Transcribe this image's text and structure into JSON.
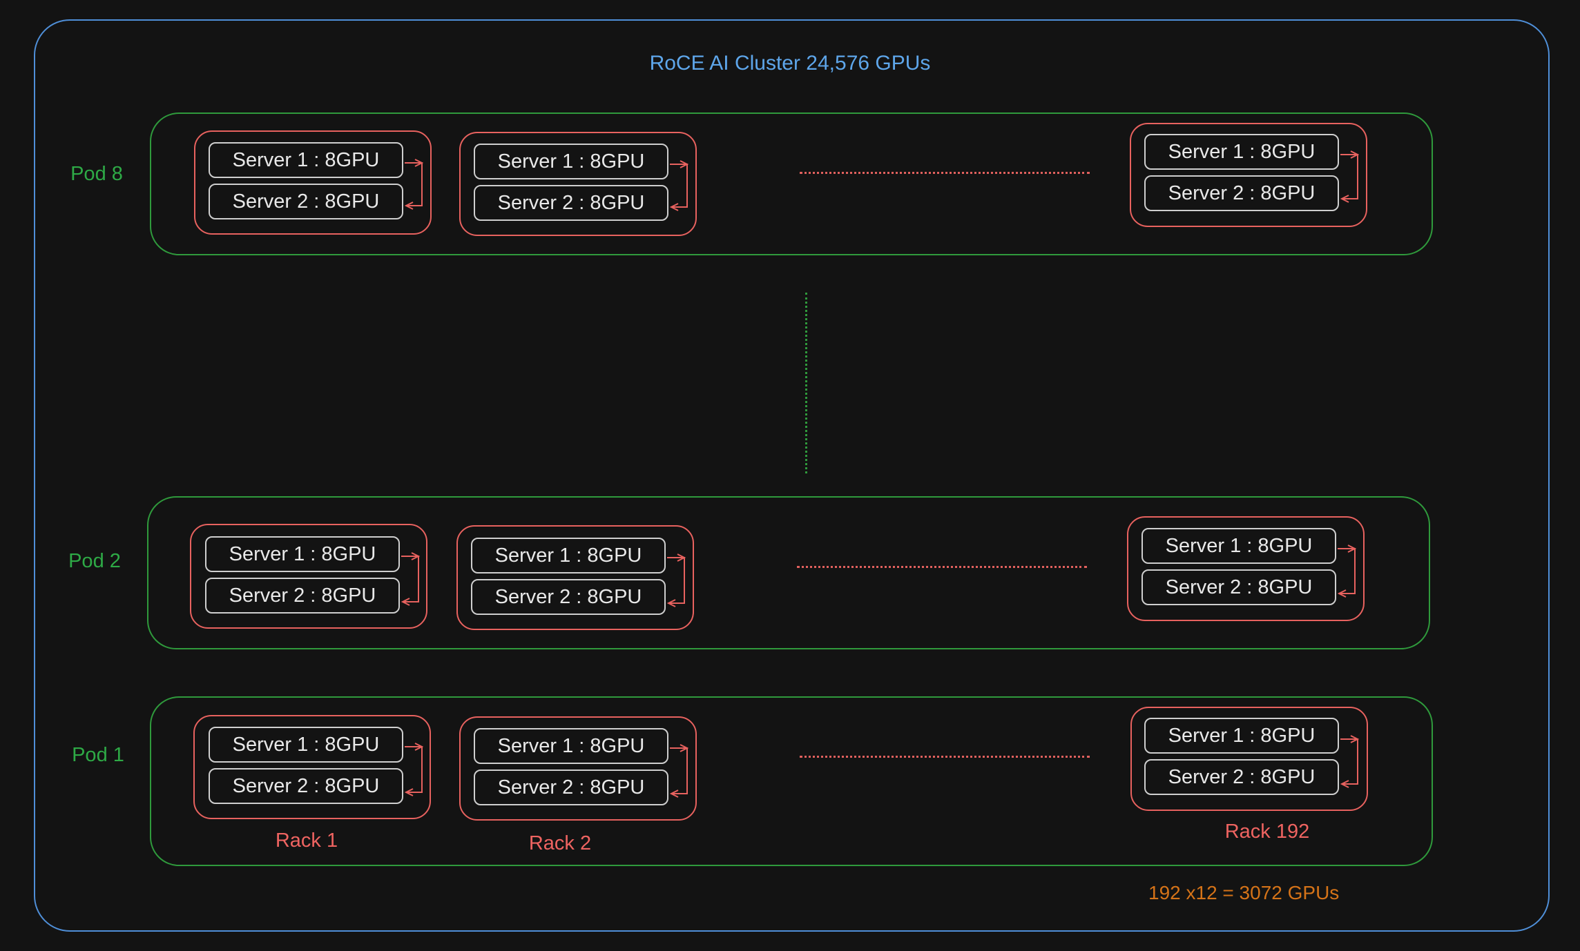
{
  "title": "RoCE AI Cluster 24,576 GPUs",
  "colors": {
    "background": "#131313",
    "cluster_border": "#4f8fd8",
    "pod": "#2f9a3c",
    "rack": "#e8625f",
    "server_border": "#cfcfcf",
    "total": "#d57318"
  },
  "pods": [
    {
      "label": "Pod 8",
      "racks": [
        {
          "servers": [
            "Server 1 : 8GPU",
            "Server 2 : 8GPU"
          ]
        },
        {
          "servers": [
            "Server 1 : 8GPU",
            "Server 2 : 8GPU"
          ]
        },
        {
          "servers": [
            "Server 1 : 8GPU",
            "Server 2 : 8GPU"
          ]
        }
      ]
    },
    {
      "label": "Pod 2",
      "racks": [
        {
          "servers": [
            "Server 1 : 8GPU",
            "Server 2 : 8GPU"
          ]
        },
        {
          "servers": [
            "Server 1 : 8GPU",
            "Server 2 : 8GPU"
          ]
        },
        {
          "servers": [
            "Server 1 : 8GPU",
            "Server 2 : 8GPU"
          ]
        }
      ]
    },
    {
      "label": "Pod 1",
      "racks": [
        {
          "label": "Rack 1",
          "servers": [
            "Server 1 : 8GPU",
            "Server 2 : 8GPU"
          ]
        },
        {
          "label": "Rack 2",
          "servers": [
            "Server 1 : 8GPU",
            "Server 2 : 8GPU"
          ]
        },
        {
          "label": "Rack 192",
          "servers": [
            "Server 1 : 8GPU",
            "Server 2 : 8GPU"
          ]
        }
      ]
    }
  ],
  "pod_total": "192 x12 = 3072 GPUs"
}
